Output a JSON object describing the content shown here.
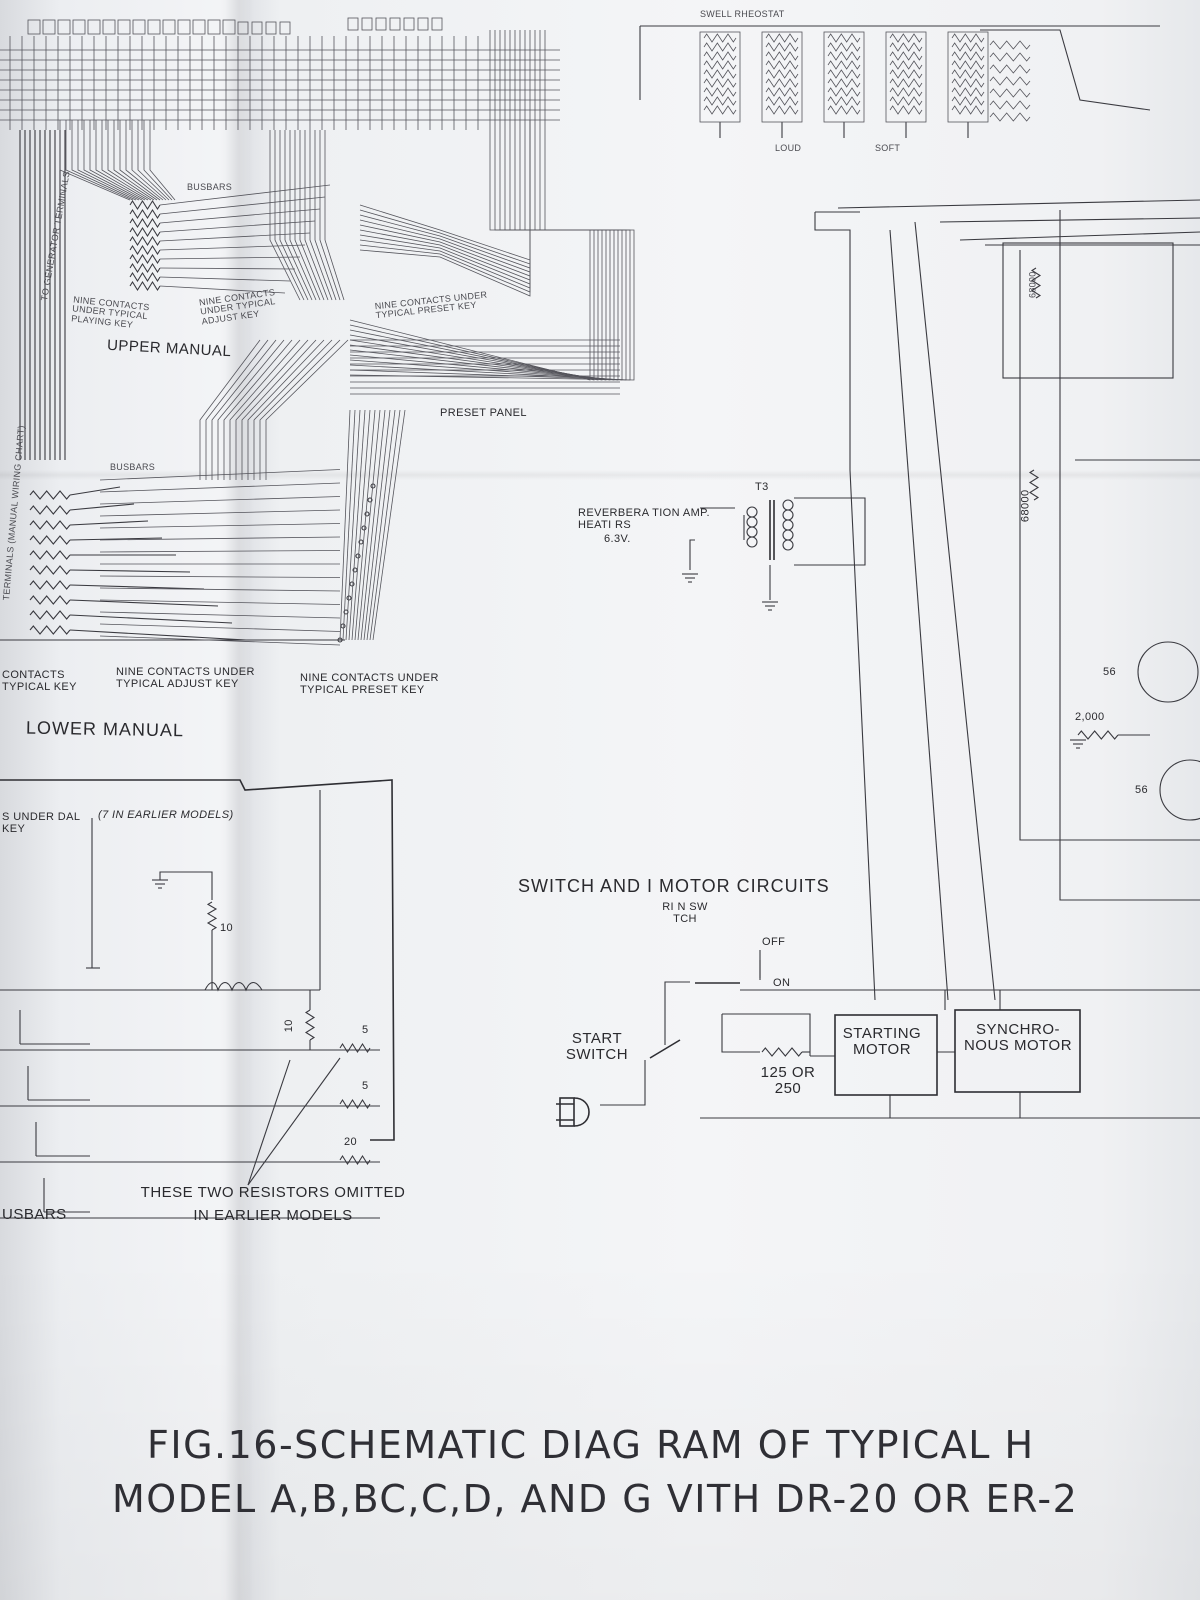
{
  "caption": {
    "line1": "FIG.16-SCHEMATIC DIAG RAM OF TYPICAL H",
    "line2": "MODEL A,B,BC,C,D, AND G VITH DR-20 OR ER-2"
  },
  "upper_section": {
    "upper_manual": "UPPER MANUAL",
    "nine_contacts_playing": "NINE CONTACTS UNDER TYPICAL PLAYING KEY",
    "nine_contacts_adjust": "NINE CONTACTS UNDER TYPICAL ADJUST KEY",
    "nine_contacts_preset": "NINE CONTACTS UNDER TYPICAL PRESET KEY",
    "preset_panel": "PRESET PANEL",
    "busbars": "BUSBARS",
    "to_generator_terminals": "TO GENERATOR TERMINALS",
    "swell_rheostat": "SWELL RHEOSTAT",
    "loud": "LOUD",
    "soft": "SOFT"
  },
  "lower_manual": {
    "title": "LOWER MANUAL",
    "busbars": "BUSBARS",
    "terminals_label": "TERMINALS (MANUAL WIRING CHART)",
    "contacts_playing": "CONTACTS TYPICAL KEY",
    "nine_contacts_adjust": "NINE CONTACTS UNDER TYPICAL ADJUST KEY",
    "nine_contacts_preset": "NINE CONTACTS UNDER TYPICAL PRESET KEY"
  },
  "pedal_section": {
    "contacts_under_pedal": "S UNDER DAL KEY",
    "earlier_models": "(7 IN EARLIER MODELS)",
    "r10_top": "10",
    "r10_mid": "10",
    "r5_a": "5",
    "r5_b": "5",
    "r20": "20",
    "note": "THESE TWO RESISTORS OMITTED IN EARLIER MODELS",
    "busbars": "USBARS"
  },
  "reverb": {
    "transformer": "T3",
    "heaters": "REVERBERA TION AMP. HEATI RS",
    "voltage": "6.3V."
  },
  "motor_circuits": {
    "title": "SWITCH AND I MOTOR CIRCUITS",
    "run_switch": "RI N SW TCH",
    "off": "OFF",
    "on": "ON",
    "start_switch": "START SWITCH",
    "resistor": "125 OR 250",
    "starting_motor": "STARTING MOTOR",
    "synchronous_motor": "SYNCHRO- NOUS MOTOR"
  },
  "right_amp": {
    "r68000_top": "68000",
    "r68000": "68000",
    "tube_56_a": "56",
    "tube_56_b": "56",
    "r2000": "2,000"
  }
}
